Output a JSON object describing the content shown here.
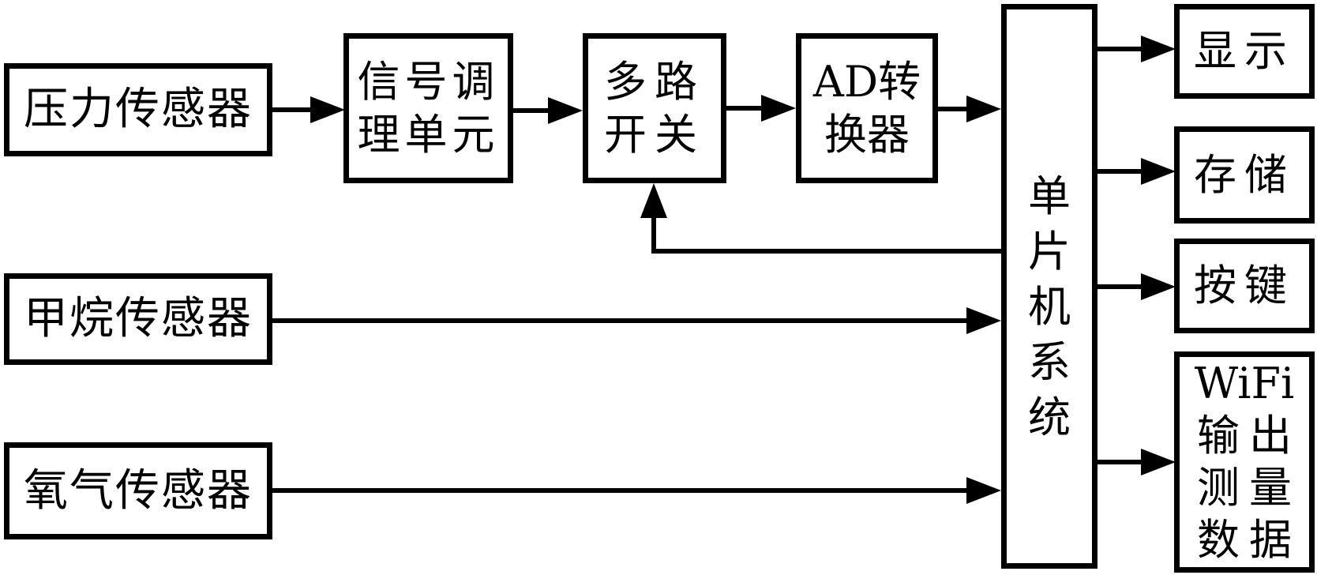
{
  "diagram": {
    "type": "block-diagram",
    "description": "Sensor data acquisition system block diagram (mine gas measuring instrument)",
    "colors": {
      "line": "#000000",
      "background": "#ffffff"
    },
    "nodes": {
      "pressure": {
        "label": "压力传感器"
      },
      "signal": {
        "label": "信号调理单元",
        "lines": [
          "信号调",
          "理单元"
        ]
      },
      "mux": {
        "label": "多路开关",
        "lines": [
          "多路",
          "开关"
        ]
      },
      "ad": {
        "label": "AD转换器",
        "lines": [
          "AD转",
          "换器"
        ]
      },
      "mcu": {
        "label": "单片机系统"
      },
      "display": {
        "label": "显示"
      },
      "storage": {
        "label": "存储"
      },
      "keys": {
        "label": "按键"
      },
      "wifi": {
        "label": "WiFi输出测量数据",
        "lines": [
          "WiFi",
          "输出",
          "测量",
          "数据"
        ]
      },
      "methane": {
        "label": "甲烷传感器"
      },
      "oxygen": {
        "label": "氧气传感器"
      }
    },
    "edges": [
      {
        "from": "pressure",
        "to": "signal"
      },
      {
        "from": "signal",
        "to": "mux"
      },
      {
        "from": "mux",
        "to": "ad"
      },
      {
        "from": "ad",
        "to": "mcu"
      },
      {
        "from": "methane",
        "to": "mcu"
      },
      {
        "from": "oxygen",
        "to": "mcu"
      },
      {
        "from": "mcu",
        "to": "mux",
        "note": "feedback control line entering bottom of mux"
      },
      {
        "from": "mcu",
        "to": "display"
      },
      {
        "from": "mcu",
        "to": "storage"
      },
      {
        "from": "mcu",
        "to": "keys"
      },
      {
        "from": "mcu",
        "to": "wifi"
      }
    ]
  }
}
